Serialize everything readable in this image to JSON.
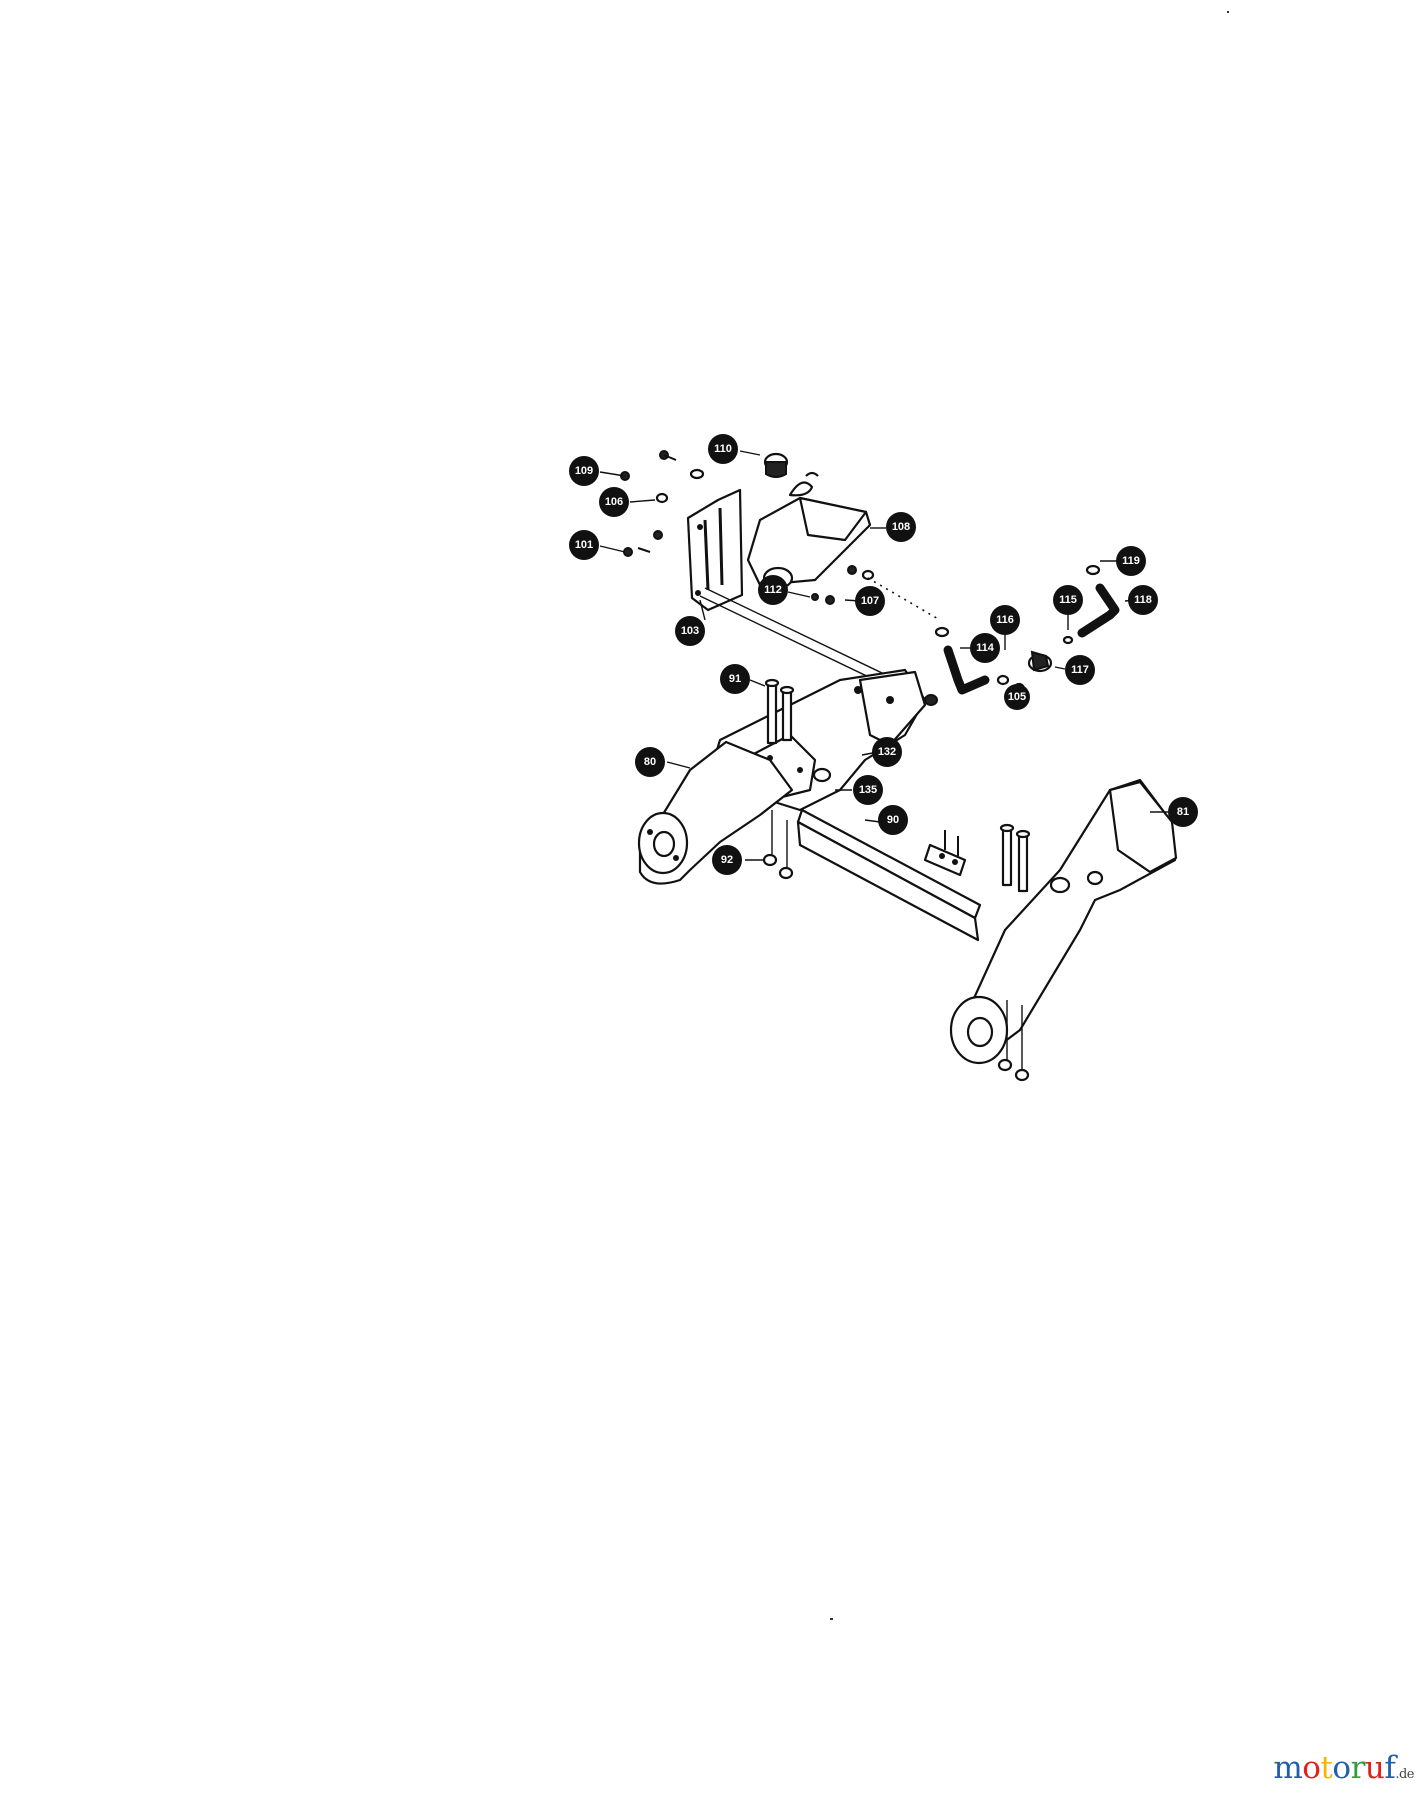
{
  "callouts": [
    {
      "id": "c110",
      "label": "110"
    },
    {
      "id": "c109",
      "label": "109"
    },
    {
      "id": "c106",
      "label": "106"
    },
    {
      "id": "c101",
      "label": "101"
    },
    {
      "id": "c103",
      "label": "103"
    },
    {
      "id": "c108",
      "label": "108"
    },
    {
      "id": "c112",
      "label": "112"
    },
    {
      "id": "c107",
      "label": "107"
    },
    {
      "id": "c114",
      "label": "114"
    },
    {
      "id": "c116",
      "label": "116"
    },
    {
      "id": "c115",
      "label": "115"
    },
    {
      "id": "c118",
      "label": "118"
    },
    {
      "id": "c119",
      "label": "119"
    },
    {
      "id": "c117",
      "label": "117"
    },
    {
      "id": "c105",
      "label": "105"
    },
    {
      "id": "c91",
      "label": "91"
    },
    {
      "id": "c80",
      "label": "80"
    },
    {
      "id": "c132",
      "label": "132"
    },
    {
      "id": "c135",
      "label": "135"
    },
    {
      "id": "c90",
      "label": "90"
    },
    {
      "id": "c92",
      "label": "92"
    },
    {
      "id": "c81",
      "label": "81"
    }
  ],
  "watermark": {
    "letters": [
      {
        "ch": "m",
        "color": "#1f5fae"
      },
      {
        "ch": "o",
        "color": "#e2211c"
      },
      {
        "ch": "t",
        "color": "#f2b705"
      },
      {
        "ch": "o",
        "color": "#1f5fae"
      },
      {
        "ch": "r",
        "color": "#2e9e3e"
      },
      {
        "ch": "u",
        "color": "#e2211c"
      },
      {
        "ch": "f",
        "color": "#1f5fae"
      }
    ],
    "tld": ".de"
  }
}
